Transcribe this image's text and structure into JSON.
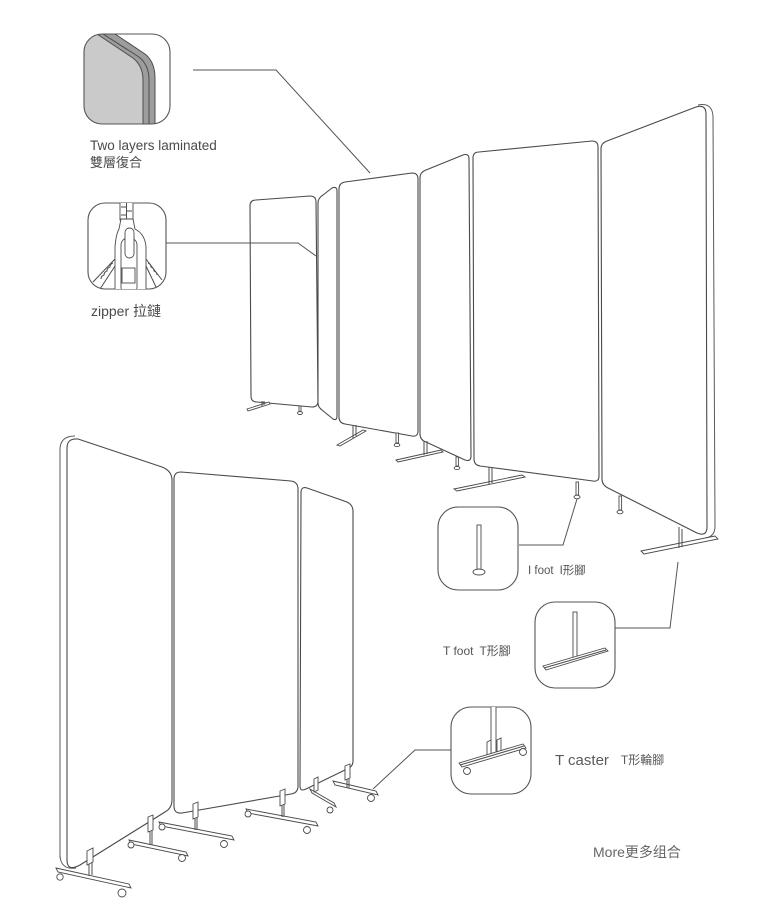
{
  "callouts": {
    "laminated": {
      "label_en": "Two layers laminated",
      "label_zh": "雙層復合",
      "icon": "laminated-layers-icon"
    },
    "zipper": {
      "label": "zipper 拉鏈",
      "icon": "zipper-icon"
    },
    "i_foot": {
      "label_en": "I foot",
      "label_zh": "I形腳",
      "icon": "i-foot-icon"
    },
    "t_foot": {
      "label_en": "T foot",
      "label_zh": "T形腳",
      "icon": "t-foot-icon"
    },
    "t_caster": {
      "label_en": "T caster",
      "label_zh": "T形輪腳",
      "icon": "t-caster-icon"
    }
  },
  "footer": {
    "more_label": "More更多组合"
  },
  "colors": {
    "background": "#ffffff",
    "line": "#4a4a4a",
    "text": "#555555",
    "laminate_fill": "#c9cac9",
    "laminate_stripe": "#9d9d9d"
  }
}
